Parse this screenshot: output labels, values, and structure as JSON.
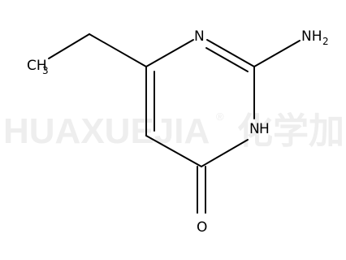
{
  "watermark": {
    "brand": "HUAXUEJIA",
    "registered": "®",
    "cjk": "化学加"
  },
  "atoms": {
    "n_top": "N",
    "n_mid_main": "N",
    "n_mid_h": "H",
    "amine_main": "NH",
    "amine_sub": "2",
    "methyl_main": "CH",
    "methyl_sub": "3",
    "oxygen": "O"
  }
}
